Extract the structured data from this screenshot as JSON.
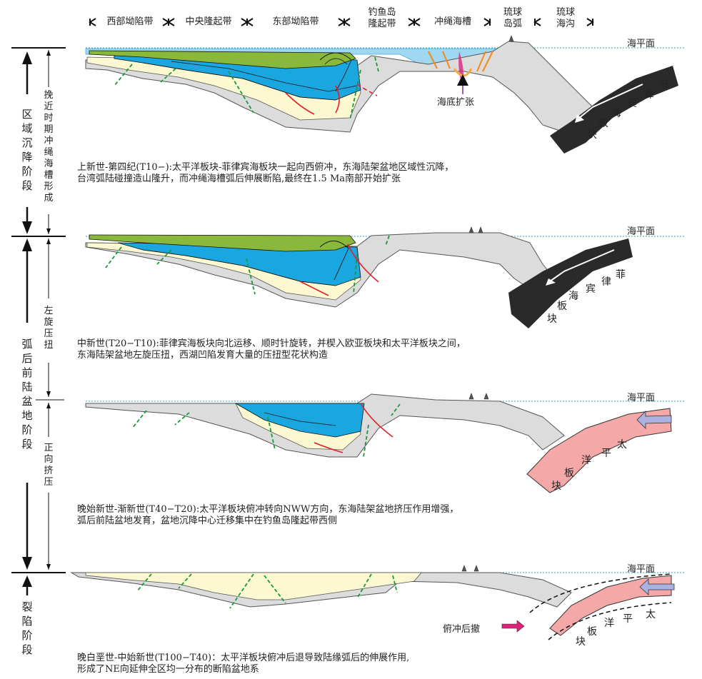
{
  "zones": {
    "west": "西部坳陷带",
    "central": "中央隆起带",
    "east": "东部坳陷带",
    "diaoyu": [
      "钓鱼岛",
      "隆起带"
    ],
    "okinawa": "冲绳海槽",
    "ryukyu_arc": [
      "琉球",
      "岛弧"
    ],
    "ryukyu_trench": [
      "琉球",
      "海沟"
    ]
  },
  "sea_level": "海平面",
  "stages": [
    {
      "label": "区域沉降阶段",
      "sub": "挽近时期冲绳海槽形成"
    },
    {
      "label": "弧后前陆盆地阶段",
      "sub_upper": "左旋压扭",
      "sub_lower": "正向挤压"
    },
    {
      "label": "裂陷阶段"
    }
  ],
  "panels": [
    {
      "caption_lines": [
        "上新世-第四纪(T10−):太平洋板块-菲律宾海板块一起向西俯冲，东海陆架盆地区域性沉降，",
        "台湾弧陆碰撞造山隆升，而冲绳海槽弧后伸展断陷,最终在1.5 Ma南部开始扩张"
      ],
      "annotation": "海底扩张",
      "plate_chars": [
        "菲",
        "律",
        "宾",
        "海",
        "板",
        "块"
      ]
    },
    {
      "caption_lines": [
        "中新世(T20−T10):菲律宾海板块向北运移、顺时针旋转，并楔入欧亚板块和太平洋板块之间，",
        "东海陆架盆地左旋压扭，西湖凹陷发育大量的压扭型花状构造"
      ],
      "plate_chars": [
        "菲",
        "律",
        "宾",
        "海",
        "板",
        "块"
      ]
    },
    {
      "caption_lines": [
        "晚始新世-渐新世(T40−T20):太平洋板块俯冲转向NWW方向，东海陆架盆地挤压作用增强，",
        "弧后前陆盆地发育，盆地沉降中心迁移集中在钓鱼岛隆起带西侧"
      ],
      "plate_chars": [
        "太",
        "平",
        "洋",
        "板",
        "块"
      ]
    },
    {
      "caption_lines": [
        "晚白垩世-中始新世(T100−T40)：太平洋板块俯冲后退导致陆缘弧后的伸展作用,",
        "形成了NE向延伸全区均一分布的断陷盆地系"
      ],
      "annotation": "俯冲后撤",
      "plate_chars": [
        "太",
        "平",
        "洋",
        "板",
        "块"
      ]
    }
  ],
  "colors": {
    "sea": "#9fd8f0",
    "sediment_cream": "#fbf8d2",
    "basement_gray": "#dcdcdc",
    "blue_layer": "#1aa7e0",
    "green_layer": "#8ab83a",
    "philippine_plate": "#2a2a2a",
    "pacific_plate": "#f4a9a8",
    "fault_green": "#1a9a3a",
    "fault_red": "#e0202a",
    "orange_fault": "#f28a1c",
    "arrow_lilac": "#a9b2e0",
    "arrow_magenta": "#e0207a"
  }
}
